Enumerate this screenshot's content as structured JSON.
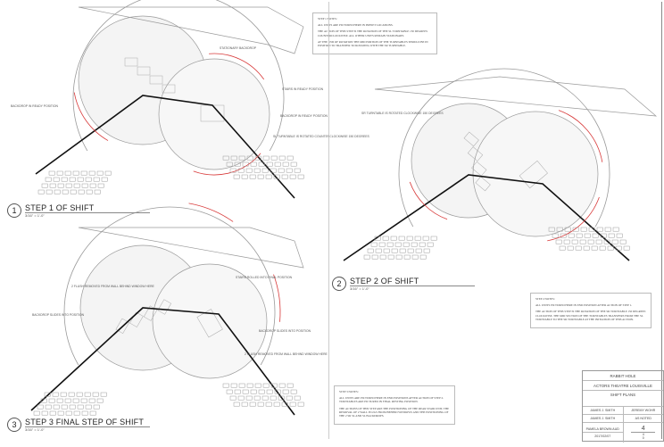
{
  "notes": {
    "step1": {
      "heading": "STEP 1 NOTES:",
      "lines": [
        "ALL UNITS ARE PICTURED HERE IN PRESET LOCATIONS.",
        "THE ACTION OF THIS STEP IS THE ROTATION OF THE SL TURNTABLE 150 DEGREES COUNTERCLOCKWISE. ALL OTHER UNITS REMAIN STATIONARY.",
        "AT THE END OF ROTATION THE MID PORTION OF THE TURNTABLES SHOULD BE IN POSITION TO TRANSFER TO ROTATING WITH THE SR TURNTABLE."
      ]
    },
    "step2": {
      "heading": "STEP 2 NOTES:",
      "lines": [
        "ALL UNITS PICTURED HERE IN END POSITION AFTER ACTION OF STEP 1.",
        "THE ACTION OF THIS STEP IS THE ROTATION OF THE SR TURNTABLE 150 DEGREES CLOCKWISE. THE MID SECTION OF THE TURNTABLES TRANSFERS FROM THE SL TURNTABLE TO THE SR TURNTABLE AT THE INITIATION OF THIS ACTION."
      ]
    },
    "step3": {
      "heading": "STEP 3 NOTES:",
      "lines": [
        "ALL UNITS ARE PICTURED HERE IN END POSITIONS AFTER ACTION OF STEP 2. TURNTABLES ARE PICTURED IN FINAL RESTING POSITION.",
        "THE ACTIONS OF THIS STEP ARE THE POSITIONING OF THE REAR STAIR UNIT, THE REMOVAL OF 2 WALL PLUGS FROM BEHIND WINDOWS AND THE POSITIONING OF THE 2 SR SL AND SL BACKDROPS."
      ]
    }
  },
  "views": [
    {
      "number": "1",
      "title": "STEP 1 OF SHIFT",
      "scale": "3/16\" = 1'-0\"",
      "labels": [
        "STATIONARY BACKDROP",
        "STAIRS IN READY POSITION",
        "BACKDROP IN READY POSITION",
        "SL TURNTABLE IS ROTATED COUNTERCLOCKWISE 150 DEGREES",
        "BACKDROP IN READY POSITION"
      ]
    },
    {
      "number": "2",
      "title": "STEP 2 OF SHIFT",
      "scale": "3/16\" = 1'-0\"",
      "labels": [
        "SR TURNTABLE IS ROTATED CLOCKWISE 150 DEGREES"
      ]
    },
    {
      "number": "3",
      "title": "STEP 3 FINAL STEP OF SHIFT",
      "scale": "3/16\" = 1'-0\"",
      "labels": [
        "2 FLUSH REMOVED FROM WALL BEHIND WINDOW HERE",
        "STAIRS ROLLED INTO FINAL POSITION",
        "BACKDROP SLIDES INTO POSITION",
        "BACKDROP SLIDES INTO POSITION",
        "2 FLUSH REMOVED FROM WALL BEHIND WINDOW HERE"
      ]
    }
  ],
  "title_block": {
    "show": "RABBIT HOLE",
    "theatre": "ACTORS THEATRE LOUISVILLE",
    "sheet_title": "SHIFT PLANS",
    "drawn_by": "JAMES J. SMITH",
    "checked_by": "JAMES J. SMITH",
    "designer": "JEREMY WOHR",
    "scale": "AS NOTED",
    "director": "PAMELA BROWN AUD",
    "date": "2017/02/07",
    "sheet_number": "4",
    "sheet_of": "4",
    "revision": "0"
  },
  "colors": {
    "shift_line": "#111111",
    "rotation_arrow": "#d83a3a",
    "linework": "#9a9a9a"
  }
}
